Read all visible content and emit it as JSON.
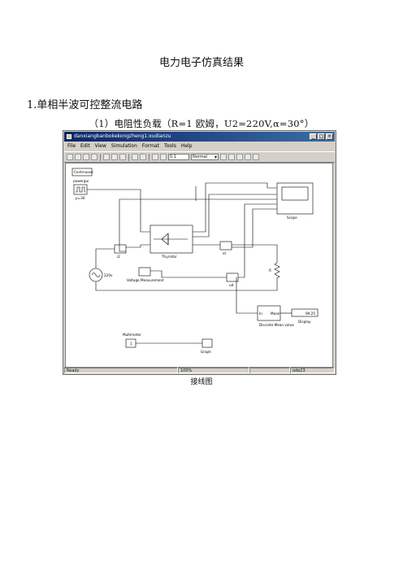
{
  "doc": {
    "title": "电力电子仿真结果",
    "section_heading": "1.单相半波可控整流电路",
    "sub_heading": "（1）电阻性负载（R=1 欧姆，U2=220V,α=30°）",
    "caption": "接线图"
  },
  "window": {
    "title": "danxiangbanbokekongzheng1:xudianzu",
    "menu": [
      "File",
      "Edit",
      "View",
      "Simulation",
      "Format",
      "Tools",
      "Help"
    ],
    "stop_time": "0.1",
    "mode": "Normal",
    "status": {
      "left": "Ready",
      "mid": "100%",
      "right": "ode23"
    }
  },
  "diagram": {
    "powergui_label": "Continuous",
    "powergui_name": "powergui",
    "pulse_label": "p=30",
    "thyristor_label": "Thyristor",
    "scope_label": "Scope",
    "i2_label": "i2",
    "id_label": "id",
    "ud_label": "ud",
    "r_label": "R",
    "voltage_measure_label": "Voltage Measurement",
    "source_label": "220v",
    "mean_block": "Mean",
    "mean_in": "In",
    "mean_name": "Discrete\nMean value",
    "display_value": "99.25",
    "display_label": "Display",
    "multimeter_label": "Multimeter",
    "multimeter_value": "1",
    "graph_label": "Graph"
  }
}
